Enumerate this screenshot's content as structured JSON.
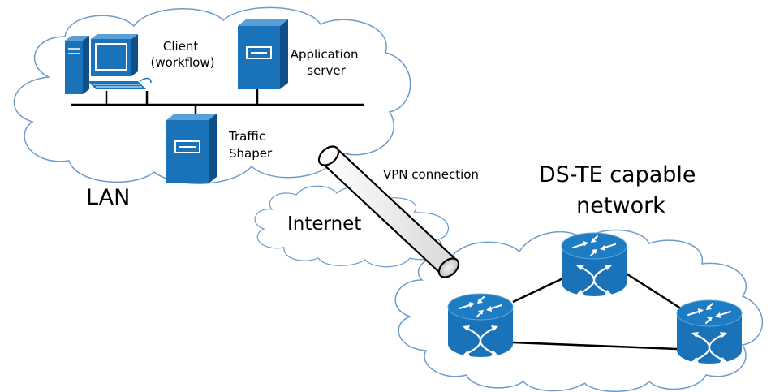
{
  "labels": {
    "client": [
      "Client",
      "(workflow)"
    ],
    "application_server": [
      "Application",
      "server"
    ],
    "traffic_shaper": [
      "Traffic",
      "Shaper"
    ],
    "lan": "LAN",
    "vpn_connection": "VPN connection",
    "internet": "Internet",
    "dste_network": [
      "DS-TE capable",
      "network"
    ]
  },
  "colors": {
    "device_blue": "#1a73b8",
    "device_dark": "#0d4f86",
    "cloud_stroke": "#6e9cc9",
    "line": "#000000"
  },
  "icons": {
    "client": "desktop-computer-icon",
    "server": "server-tower-icon",
    "router": "router-icon"
  }
}
